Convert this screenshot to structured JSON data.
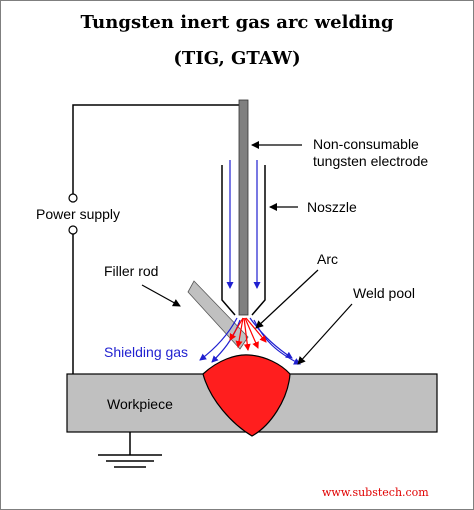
{
  "title": "Tungsten inert gas arc welding",
  "subtitle": "(TIG, GTAW)",
  "labels": {
    "electrode_line1": "Non-consumable",
    "electrode_line2": "tungsten electrode",
    "nozzle": "Noszzle",
    "power_supply": "Power supply",
    "filler_rod": "Filler rod",
    "arc": "Arc",
    "weld_pool": "Weld pool",
    "shielding_gas": "Shielding gas",
    "workpiece": "Workpiece"
  },
  "credit": "www.substech.com",
  "colors": {
    "electrode": "#808080",
    "workpiece": "#c0c0c0",
    "filler_rod": "#c0c0c0",
    "weld_pool": "#ff1e1e",
    "gas_arrows": "#1f1fd0",
    "arc_arrows": "#ff0000",
    "shielding_gas_text": "#1f1fd0",
    "credit_text": "#e00000"
  }
}
